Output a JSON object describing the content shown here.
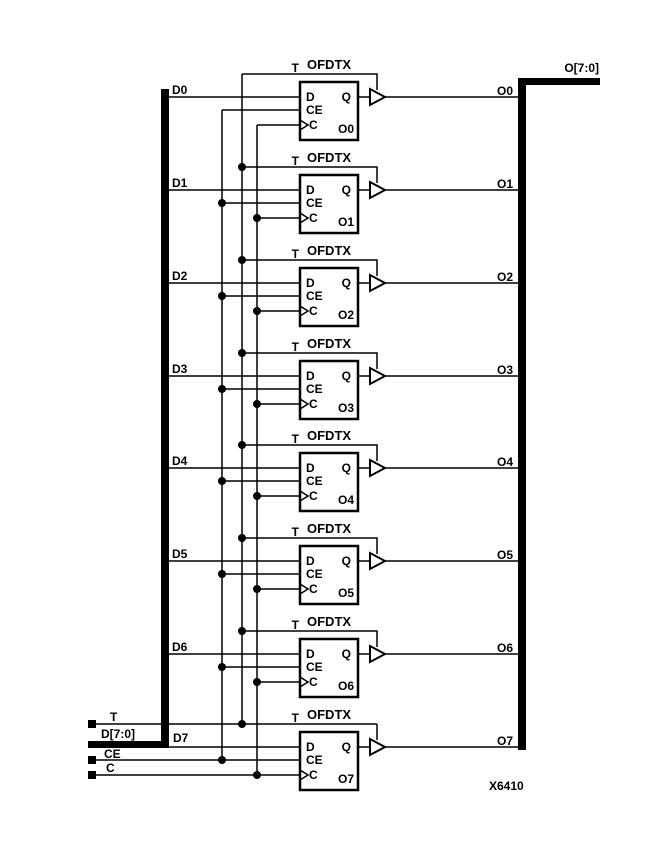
{
  "part_label": "X6410",
  "colors": {
    "ink": "#000000",
    "background": "#ffffff"
  },
  "input_bus": {
    "label": "D[7:0]"
  },
  "output_bus": {
    "label": "O[7:0]"
  },
  "control_inputs": {
    "t": "T",
    "ce": "CE",
    "c": "C"
  },
  "flipflops": [
    {
      "title": "OFDTX",
      "t_label": "T",
      "input_label": "D0",
      "output_label": "O0",
      "instance_label": "O0",
      "pin_d": "D",
      "pin_ce": "CE",
      "pin_c": "C",
      "pin_q": "Q"
    },
    {
      "title": "OFDTX",
      "t_label": "T",
      "input_label": "D1",
      "output_label": "O1",
      "instance_label": "O1",
      "pin_d": "D",
      "pin_ce": "CE",
      "pin_c": "C",
      "pin_q": "Q"
    },
    {
      "title": "OFDTX",
      "t_label": "T",
      "input_label": "D2",
      "output_label": "O2",
      "instance_label": "O2",
      "pin_d": "D",
      "pin_ce": "CE",
      "pin_c": "C",
      "pin_q": "Q"
    },
    {
      "title": "OFDTX",
      "t_label": "T",
      "input_label": "D3",
      "output_label": "O3",
      "instance_label": "O3",
      "pin_d": "D",
      "pin_ce": "CE",
      "pin_c": "C",
      "pin_q": "Q"
    },
    {
      "title": "OFDTX",
      "t_label": "T",
      "input_label": "D4",
      "output_label": "O4",
      "instance_label": "O4",
      "pin_d": "D",
      "pin_ce": "CE",
      "pin_c": "C",
      "pin_q": "Q"
    },
    {
      "title": "OFDTX",
      "t_label": "T",
      "input_label": "D5",
      "output_label": "O5",
      "instance_label": "O5",
      "pin_d": "D",
      "pin_ce": "CE",
      "pin_c": "C",
      "pin_q": "Q"
    },
    {
      "title": "OFDTX",
      "t_label": "T",
      "input_label": "D6",
      "output_label": "O6",
      "instance_label": "O6",
      "pin_d": "D",
      "pin_ce": "CE",
      "pin_c": "C",
      "pin_q": "Q"
    },
    {
      "title": "OFDTX",
      "t_label": "T",
      "input_label": "D7",
      "output_label": "O7",
      "instance_label": "O7",
      "pin_d": "D",
      "pin_ce": "CE",
      "pin_c": "C",
      "pin_q": "Q"
    }
  ]
}
